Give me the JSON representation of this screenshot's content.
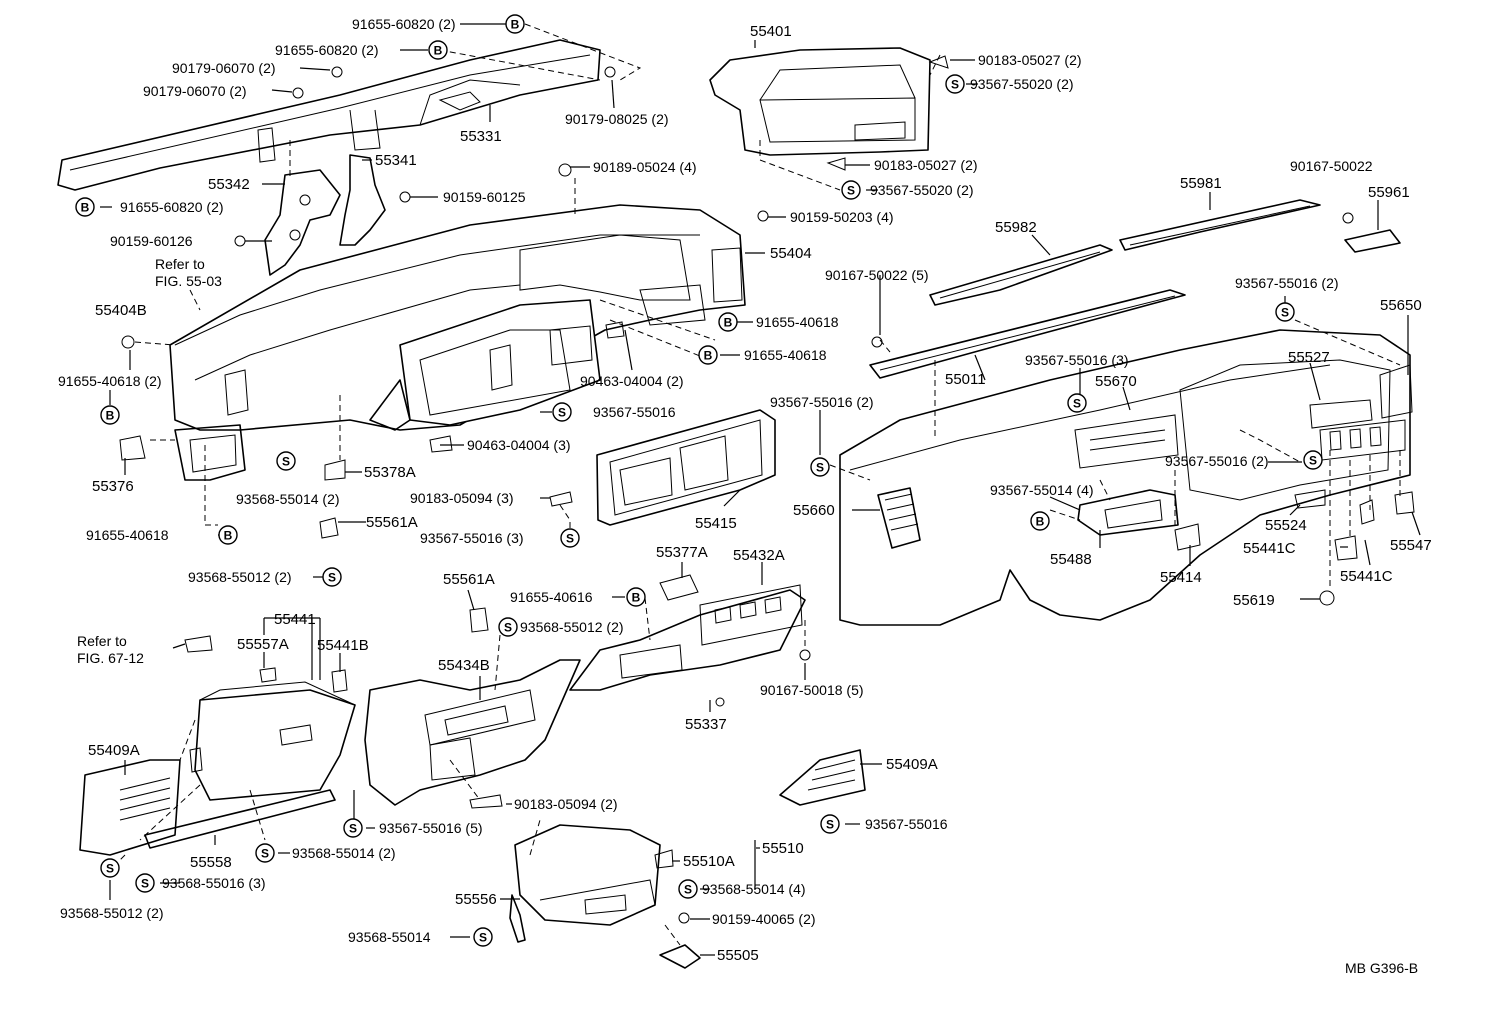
{
  "figure_code": "MB G396-B",
  "legend_marks": {
    "bolt": "B",
    "screw": "S"
  },
  "labels": {
    "p91655_60820_2a": "91655-60820 (2)",
    "p91655_60820_2b": "91655-60820 (2)",
    "p90179_06070_a": "90179-06070 (2)",
    "p90179_06070_b": "90179-06070 (2)",
    "p90179_08025": "90179-08025 (2)",
    "p55331": "55331",
    "p55341": "55341",
    "p55342": "55342",
    "p91655_60820_c": "91655-60820 (2)",
    "p90159_60125": "90159-60125",
    "p90159_60126": "90159-60126",
    "p90189_05024": "90189-05024 (4)",
    "p90159_50203": "90159-50203 (4)",
    "refer_to_a": "Refer to",
    "fig_55_03": "FIG. 55-03",
    "p55404B": "55404B",
    "p55404": "55404",
    "p91655_40618_a": "91655-40618",
    "p91655_40618_b": "91655-40618",
    "p91655_40618_2": "91655-40618 (2)",
    "p90463_04004_2": "90463-04004 (2)",
    "p93567_55016_a": "93567-55016",
    "p90463_04004_3": "90463-04004 (3)",
    "p55376": "55376",
    "p55378A": "55378A",
    "p93568_55014_2a": "93568-55014 (2)",
    "p91655_40618_c": "91655-40618",
    "p55561A_a": "55561A",
    "p93568_55012_2a": "93568-55012 (2)",
    "p55401": "55401",
    "p90183_05027_2a": "90183-05027 (2)",
    "p93567_55020_2a": "93567-55020 (2)",
    "p90183_05027_2b": "90183-05027 (2)",
    "p93567_55020_2b": "93567-55020 (2)",
    "p55981": "55981",
    "p90167_50022": "90167-50022",
    "p55961": "55961",
    "p55982": "55982",
    "p90167_50022_5": "90167-50022 (5)",
    "p93567_55016_2a": "93567-55016 (2)",
    "p55650": "55650",
    "p93567_55016_3a": "93567-55016 (3)",
    "p55670": "55670",
    "p55527": "55527",
    "p55011": "55011",
    "p93567_55016_2b": "93567-55016 (2)",
    "p93567_55016_2c": "93567-55016 (2)",
    "p93567_55014_4": "93567-55014 (4)",
    "p55660": "55660",
    "p55488": "55488",
    "p55414": "55414",
    "p55524": "55524",
    "p55441C_a": "55441C",
    "p55441C_b": "55441C",
    "p55547": "55547",
    "p55619": "55619",
    "p90183_05094_3": "90183-05094 (3)",
    "p93567_55016_3b": "93567-55016 (3)",
    "p55415": "55415",
    "p55377A": "55377A",
    "p55432A": "55432A",
    "p55561A_b": "55561A",
    "p91655_40616": "91655-40616",
    "p93568_55012_2b": "93568-55012 (2)",
    "p55441": "55441",
    "p55557A": "55557A",
    "p55441B": "55441B",
    "refer_to_b": "Refer to",
    "fig_67_12": "FIG. 67-12",
    "p55434B": "55434B",
    "p90167_50018_5": "90167-50018 (5)",
    "p55337": "55337",
    "p55409A_a": "55409A",
    "p55409A_b": "55409A",
    "p93567_55016_b": "93567-55016",
    "p90183_05094_2": "90183-05094 (2)",
    "p93567_55016_5": "93567-55016 (5)",
    "p55558": "55558",
    "p93568_55014_2b": "93568-55014 (2)",
    "p93568_55016_3": "93568-55016 (3)",
    "p93568_55012_2c": "93568-55012 (2)",
    "p55510": "55510",
    "p55510A": "55510A",
    "p93568_55014_4": "93568-55014 (4)",
    "p55556": "55556",
    "p90159_40065_2": "90159-40065 (2)",
    "p93568_55014": "93568-55014",
    "p55505": "55505"
  }
}
